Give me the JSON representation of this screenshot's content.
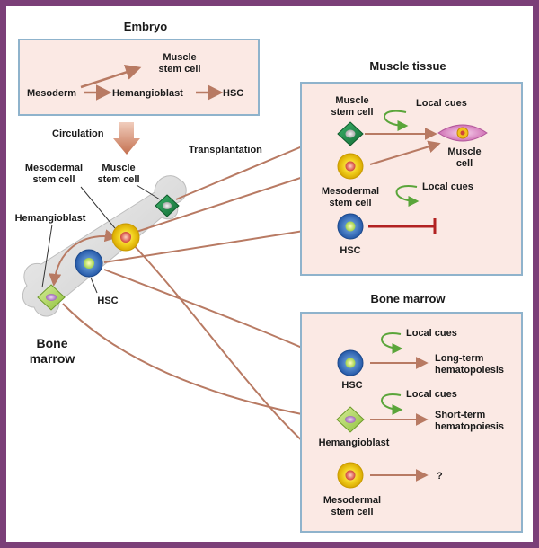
{
  "embryo": {
    "title": "Embryo",
    "mesoderm": "Mesoderm",
    "muscle_stem_cell_1": "Muscle",
    "muscle_stem_cell_2": "stem cell",
    "hemangioblast": "Hemangioblast",
    "hsc": "HSC"
  },
  "circulation": "Circulation",
  "transplantation": "Transplantation",
  "bone": {
    "mesodermal_stem_cell_1": "Mesodermal",
    "mesodermal_stem_cell_2": "stem cell",
    "muscle_stem_cell_1": "Muscle",
    "muscle_stem_cell_2": "stem cell",
    "hemangioblast": "Hemangioblast",
    "hsc": "HSC",
    "bone_marrow_1": "Bone",
    "bone_marrow_2": "marrow"
  },
  "muscle_tissue": {
    "title": "Muscle tissue",
    "muscle_stem_cell_1": "Muscle",
    "muscle_stem_cell_2": "stem cell",
    "local_cues_1": "Local cues",
    "muscle_cell_1": "Muscle",
    "muscle_cell_2": "cell",
    "mesodermal_stem_cell_1": "Mesodermal",
    "mesodermal_stem_cell_2": "stem cell",
    "local_cues_2": "Local cues",
    "hsc": "HSC"
  },
  "bone_marrow": {
    "title": "Bone marrow",
    "local_cues_1": "Local cues",
    "hsc": "HSC",
    "long_term_1": "Long-term",
    "long_term_2": "hematopoiesis",
    "local_cues_2": "Local cues",
    "hemangioblast": "Hemangioblast",
    "short_term_1": "Short-term",
    "short_term_2": "hematopoiesis",
    "mesodermal_stem_cell_1": "Mesodermal",
    "mesodermal_stem_cell_2": "stem cell",
    "unknown": "?"
  },
  "colors": {
    "frame": "#7b3f78",
    "box_fill": "#fbe9e4",
    "box_border": "#8fb3cc",
    "arrow": "#b87a63",
    "green_arrow": "#5aa53a",
    "inhibit": "#b22222"
  }
}
